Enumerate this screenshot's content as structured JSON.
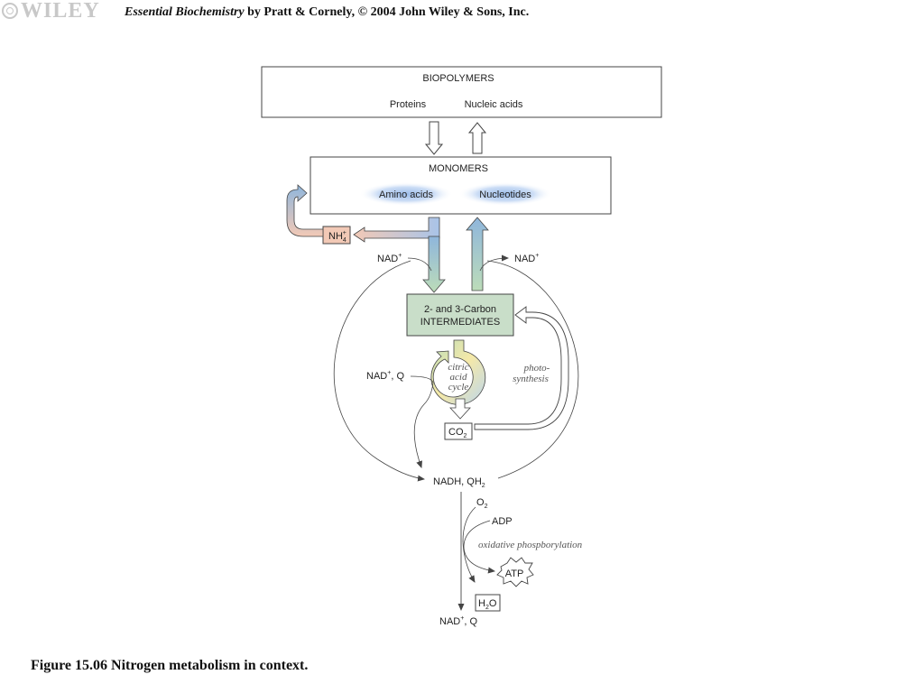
{
  "header": {
    "logo_text": "WILEY",
    "book_title": "Essential Biochemistry",
    "credit": " by Pratt & Cornely, © 2004 John Wiley & Sons, Inc."
  },
  "diagram": {
    "biopolymers": {
      "title": "BIOPOLYMERS",
      "items": [
        "Proteins",
        "Nucleic acids"
      ]
    },
    "monomers": {
      "title": "MONOMERS",
      "items": [
        "Amino acids",
        "Nucleotides"
      ]
    },
    "nh4": {
      "base": "NH",
      "sub": "4",
      "sup": "+"
    },
    "nad_left": {
      "base": "NAD",
      "sup": "+"
    },
    "nad_right": {
      "base": "NAD",
      "sup": "+"
    },
    "intermediates": {
      "line1": "2- and 3-Carbon",
      "line2": "INTERMEDIATES"
    },
    "citric_cycle": [
      "citric",
      "acid",
      "cycle"
    ],
    "photosynthesis": [
      "photo-",
      "synthesis"
    ],
    "nad_q": {
      "base": "NAD",
      "sup": "+",
      "rest": ", Q"
    },
    "co2": {
      "base": "CO",
      "sub": "2"
    },
    "nadh_qh2": {
      "base": "NADH, QH",
      "sub": "2"
    },
    "o2": {
      "base": "O",
      "sub": "2"
    },
    "adp": "ADP",
    "oxphos": "oxidative phospborylation",
    "atp": "ATP",
    "h2o": {
      "pre": "H",
      "sub": "2",
      "post": "O"
    },
    "nad_q_bottom": {
      "base": "NAD",
      "sup": "+",
      "rest": ", Q"
    }
  },
  "figure_caption": "Figure 15.06 Nitrogen metabolism in context.",
  "colors": {
    "box_border": "#444444",
    "intermediates_fill": "#c9dec9",
    "monomer_glow": "#8fb3e6",
    "nh4_fill": "#f2c9b6",
    "arrow_blue": "#8fb6dc",
    "arrow_green": "#bcdcb9",
    "cycle_yellow": "#f5e9a8"
  }
}
